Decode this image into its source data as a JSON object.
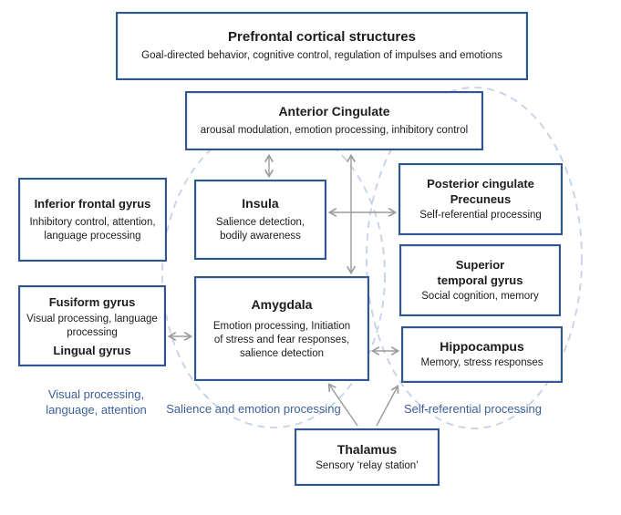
{
  "diagram": {
    "boxes": {
      "prefrontal": {
        "title": "Prefrontal cortical structures",
        "subtitle": "Goal-directed behavior, cognitive control, regulation of impulses and emotions"
      },
      "anterior_cingulate": {
        "title": "Anterior Cingulate",
        "subtitle": "arousal modulation, emotion processing, inhibitory control"
      },
      "inferior_frontal_gyrus": {
        "title": "Inferior frontal gyrus",
        "subtitle": "Inhibitory control, attention, language processing"
      },
      "insula": {
        "title": "Insula",
        "subtitle": "Salience detection, bodily awareness"
      },
      "posterior_cingulate_precuneus": {
        "title_line1": "Posterior cingulate",
        "title_line2": "Precuneus",
        "subtitle": "Self-referential processing"
      },
      "superior_temporal_gyrus": {
        "title_line1": "Superior",
        "title_line2": "temporal gyrus",
        "subtitle": "Social cognition, memory"
      },
      "fusiform_lingual_gyrus": {
        "title_top": "Fusiform gyrus",
        "subtitle": "Visual processing, language processing",
        "title_bottom": "Lingual gyrus"
      },
      "amygdala": {
        "title": "Amygdala",
        "subtitle": "Emotion processing, Initiation of stress and fear responses, salience detection"
      },
      "hippocampus": {
        "title": "Hippocampus",
        "subtitle": "Memory, stress responses"
      },
      "thalamus": {
        "title": "Thalamus",
        "subtitle": "Sensory ‘relay station’"
      }
    },
    "network_labels": {
      "visual_language_attention": "Visual processing, language, attention",
      "salience_emotion": "Salience and emotion processing",
      "self_referential": "Self-referential processing"
    },
    "colors": {
      "box_border": "#2f5690",
      "label_blue": "#3a5f9b",
      "arrow_gray": "#9b9b9b",
      "ellipse_dash": "#c3d2e8"
    }
  }
}
